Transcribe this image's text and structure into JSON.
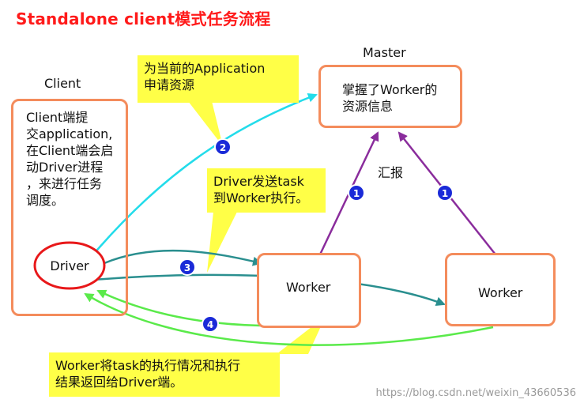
{
  "title": "Standalone client模式任务流程",
  "labels": {
    "client": "Client",
    "master": "Master",
    "report": "汇报"
  },
  "client_box": {
    "text_lines": [
      "Client端提",
      "交application,",
      "在Client端会启",
      "动Driver进程",
      "，来进行任务",
      "调度。"
    ]
  },
  "driver": "Driver",
  "master_box": {
    "text_lines": [
      "掌握了Worker的",
      "资源信息"
    ]
  },
  "worker_left": "Worker",
  "worker_right": "Worker",
  "notes": {
    "apply": [
      "为当前的Application",
      "申请资源"
    ],
    "dispatch": [
      "Driver发送task",
      "到Worker执行。"
    ],
    "result": [
      "Worker将task的执行情况和执行",
      "结果返回给Driver端。"
    ]
  },
  "steps": {
    "one_a": "1",
    "one_b": "1",
    "two": "2",
    "three": "3",
    "four": "4"
  },
  "watermark": "https://blog.csdn.net/weixin_43660536",
  "colors": {
    "title": "#ff1a1a",
    "box_border": "#f48c5c",
    "note_fill": "#ffff47",
    "driver_ring": "#e8181a",
    "arrow_cyan": "#23dcea",
    "arrow_teal": "#2a8f8f",
    "arrow_purple": "#8a2c9c",
    "arrow_green": "#5aea4a",
    "badge": "#1a2ad8"
  }
}
